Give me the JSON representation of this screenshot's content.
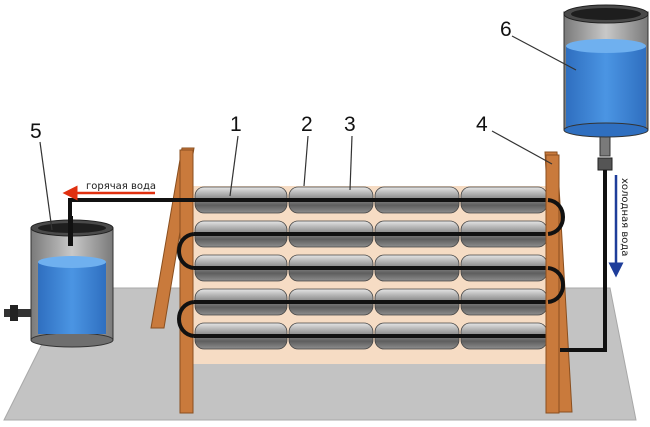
{
  "labels": {
    "n1": "1",
    "n2": "2",
    "n3": "3",
    "n4": "4",
    "n5": "5",
    "n6": "6"
  },
  "flows": {
    "hot_water": "горячая вода",
    "cold_water": "холодная вода"
  },
  "colors": {
    "ground": "#c3c3c3",
    "frame": "#c97a3c",
    "water": "#3f86d8",
    "pipe": "#111111",
    "arrow_hot": "#e03010",
    "arrow_cold": "#1e3d9a"
  }
}
